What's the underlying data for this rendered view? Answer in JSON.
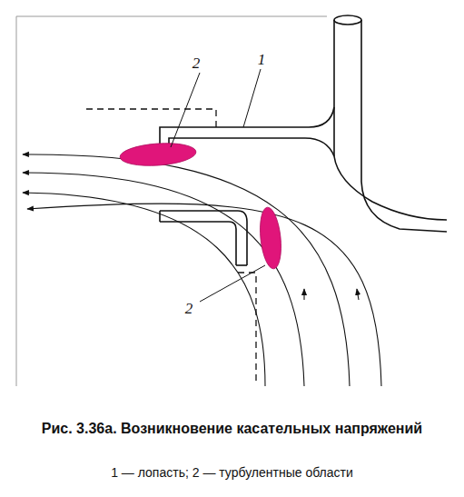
{
  "diagram": {
    "caption": "Рис. 3.36а. Возникновение касательных напряжений",
    "labels": [
      "2",
      "1",
      "2",
      "1 — лопасть; 2 — турбулентные области"
    ]
  }
}
